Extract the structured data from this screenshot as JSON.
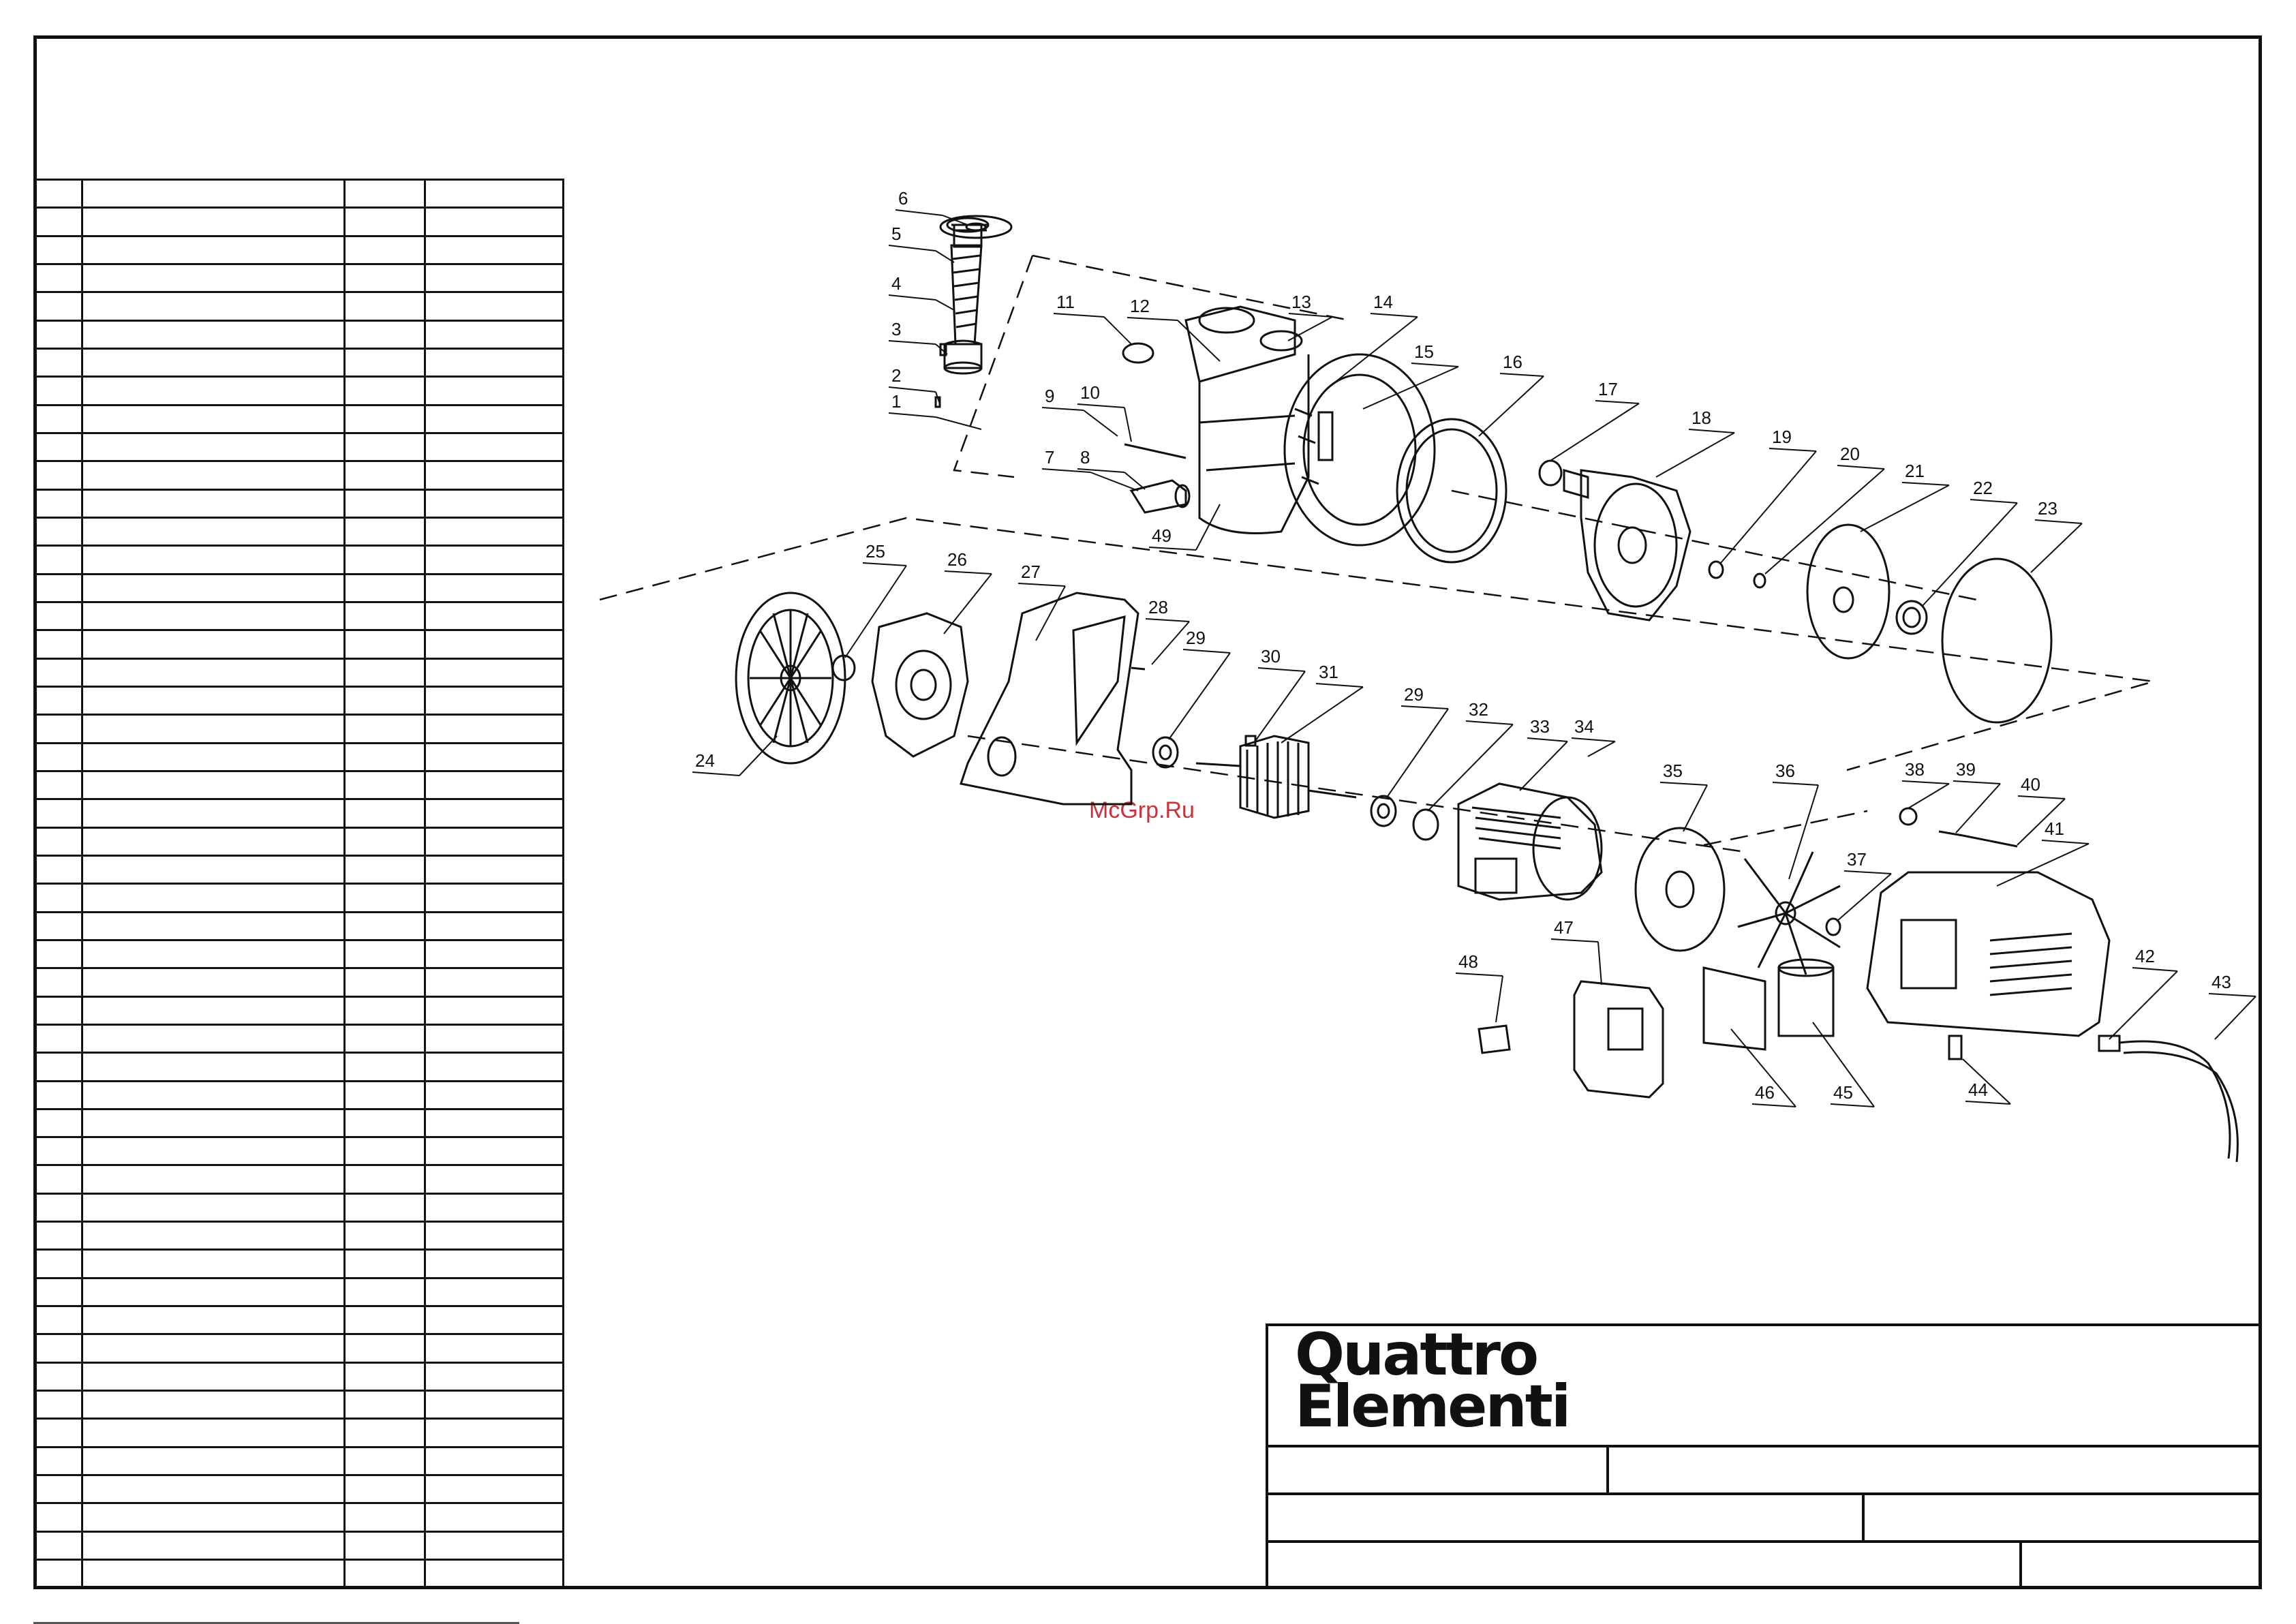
{
  "brand": {
    "line1": "Quattro",
    "line2": "Elementi"
  },
  "watermark": "McGrp.Ru",
  "parts_table": {
    "rows": 50,
    "columns": 4
  },
  "callouts": [
    {
      "label": "1"
    },
    {
      "label": "2"
    },
    {
      "label": "3"
    },
    {
      "label": "4"
    },
    {
      "label": "5"
    },
    {
      "label": "6"
    },
    {
      "label": "7"
    },
    {
      "label": "8"
    },
    {
      "label": "9"
    },
    {
      "label": "10"
    },
    {
      "label": "11"
    },
    {
      "label": "12"
    },
    {
      "label": "13"
    },
    {
      "label": "14"
    },
    {
      "label": "15"
    },
    {
      "label": "16"
    },
    {
      "label": "17"
    },
    {
      "label": "18"
    },
    {
      "label": "19"
    },
    {
      "label": "20"
    },
    {
      "label": "21"
    },
    {
      "label": "22"
    },
    {
      "label": "23"
    },
    {
      "label": "24"
    },
    {
      "label": "25"
    },
    {
      "label": "26"
    },
    {
      "label": "27"
    },
    {
      "label": "28"
    },
    {
      "label": "29"
    },
    {
      "label": "30"
    },
    {
      "label": "31"
    },
    {
      "label": "29"
    },
    {
      "label": "32"
    },
    {
      "label": "33"
    },
    {
      "label": "34"
    },
    {
      "label": "35"
    },
    {
      "label": "36"
    },
    {
      "label": "37"
    },
    {
      "label": "38"
    },
    {
      "label": "39"
    },
    {
      "label": "40"
    },
    {
      "label": "41"
    },
    {
      "label": "42"
    },
    {
      "label": "43"
    },
    {
      "label": "44"
    },
    {
      "label": "45"
    },
    {
      "label": "46"
    },
    {
      "label": "47"
    },
    {
      "label": "48"
    },
    {
      "label": "49"
    }
  ],
  "colors": {
    "ink": "#111111",
    "watermark": "#c8323c",
    "paper": "#ffffff"
  }
}
